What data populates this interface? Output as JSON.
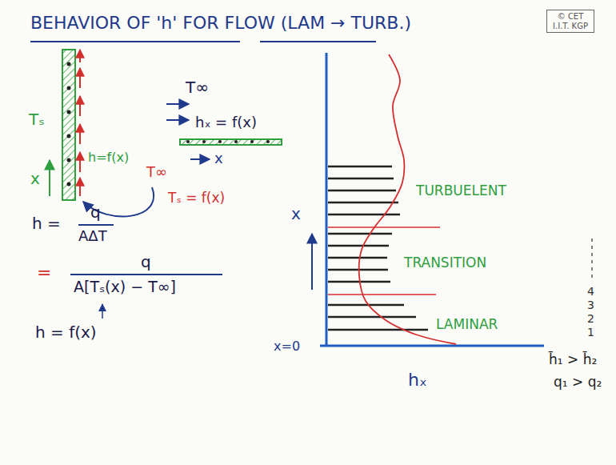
{
  "diagram": {
    "title": "BEHAVIOR OF 'h' FOR FLOW (LAM → TURB.)",
    "nodes": [
      {
        "text": [
          "© CET I.I.T. KGP"
        ]
      }
    ],
    "labels": [
      "Tₛ",
      "x",
      "h=f(x)",
      "T∞",
      "Tₛ = f(x)",
      "T∞",
      "hₓ = f(x)",
      "x",
      "h =",
      "q",
      "AΔT",
      "=",
      "q",
      "A[Tₛ(x) − T∞]",
      "h = f(x)",
      "x",
      "TURBUELENT",
      "TRANSITION",
      "LAMINAR",
      "x=0",
      "hₓ",
      "4",
      "3",
      "2",
      "1",
      "h̄₁ > h̄₂",
      "q₁ > q₂"
    ]
  }
}
